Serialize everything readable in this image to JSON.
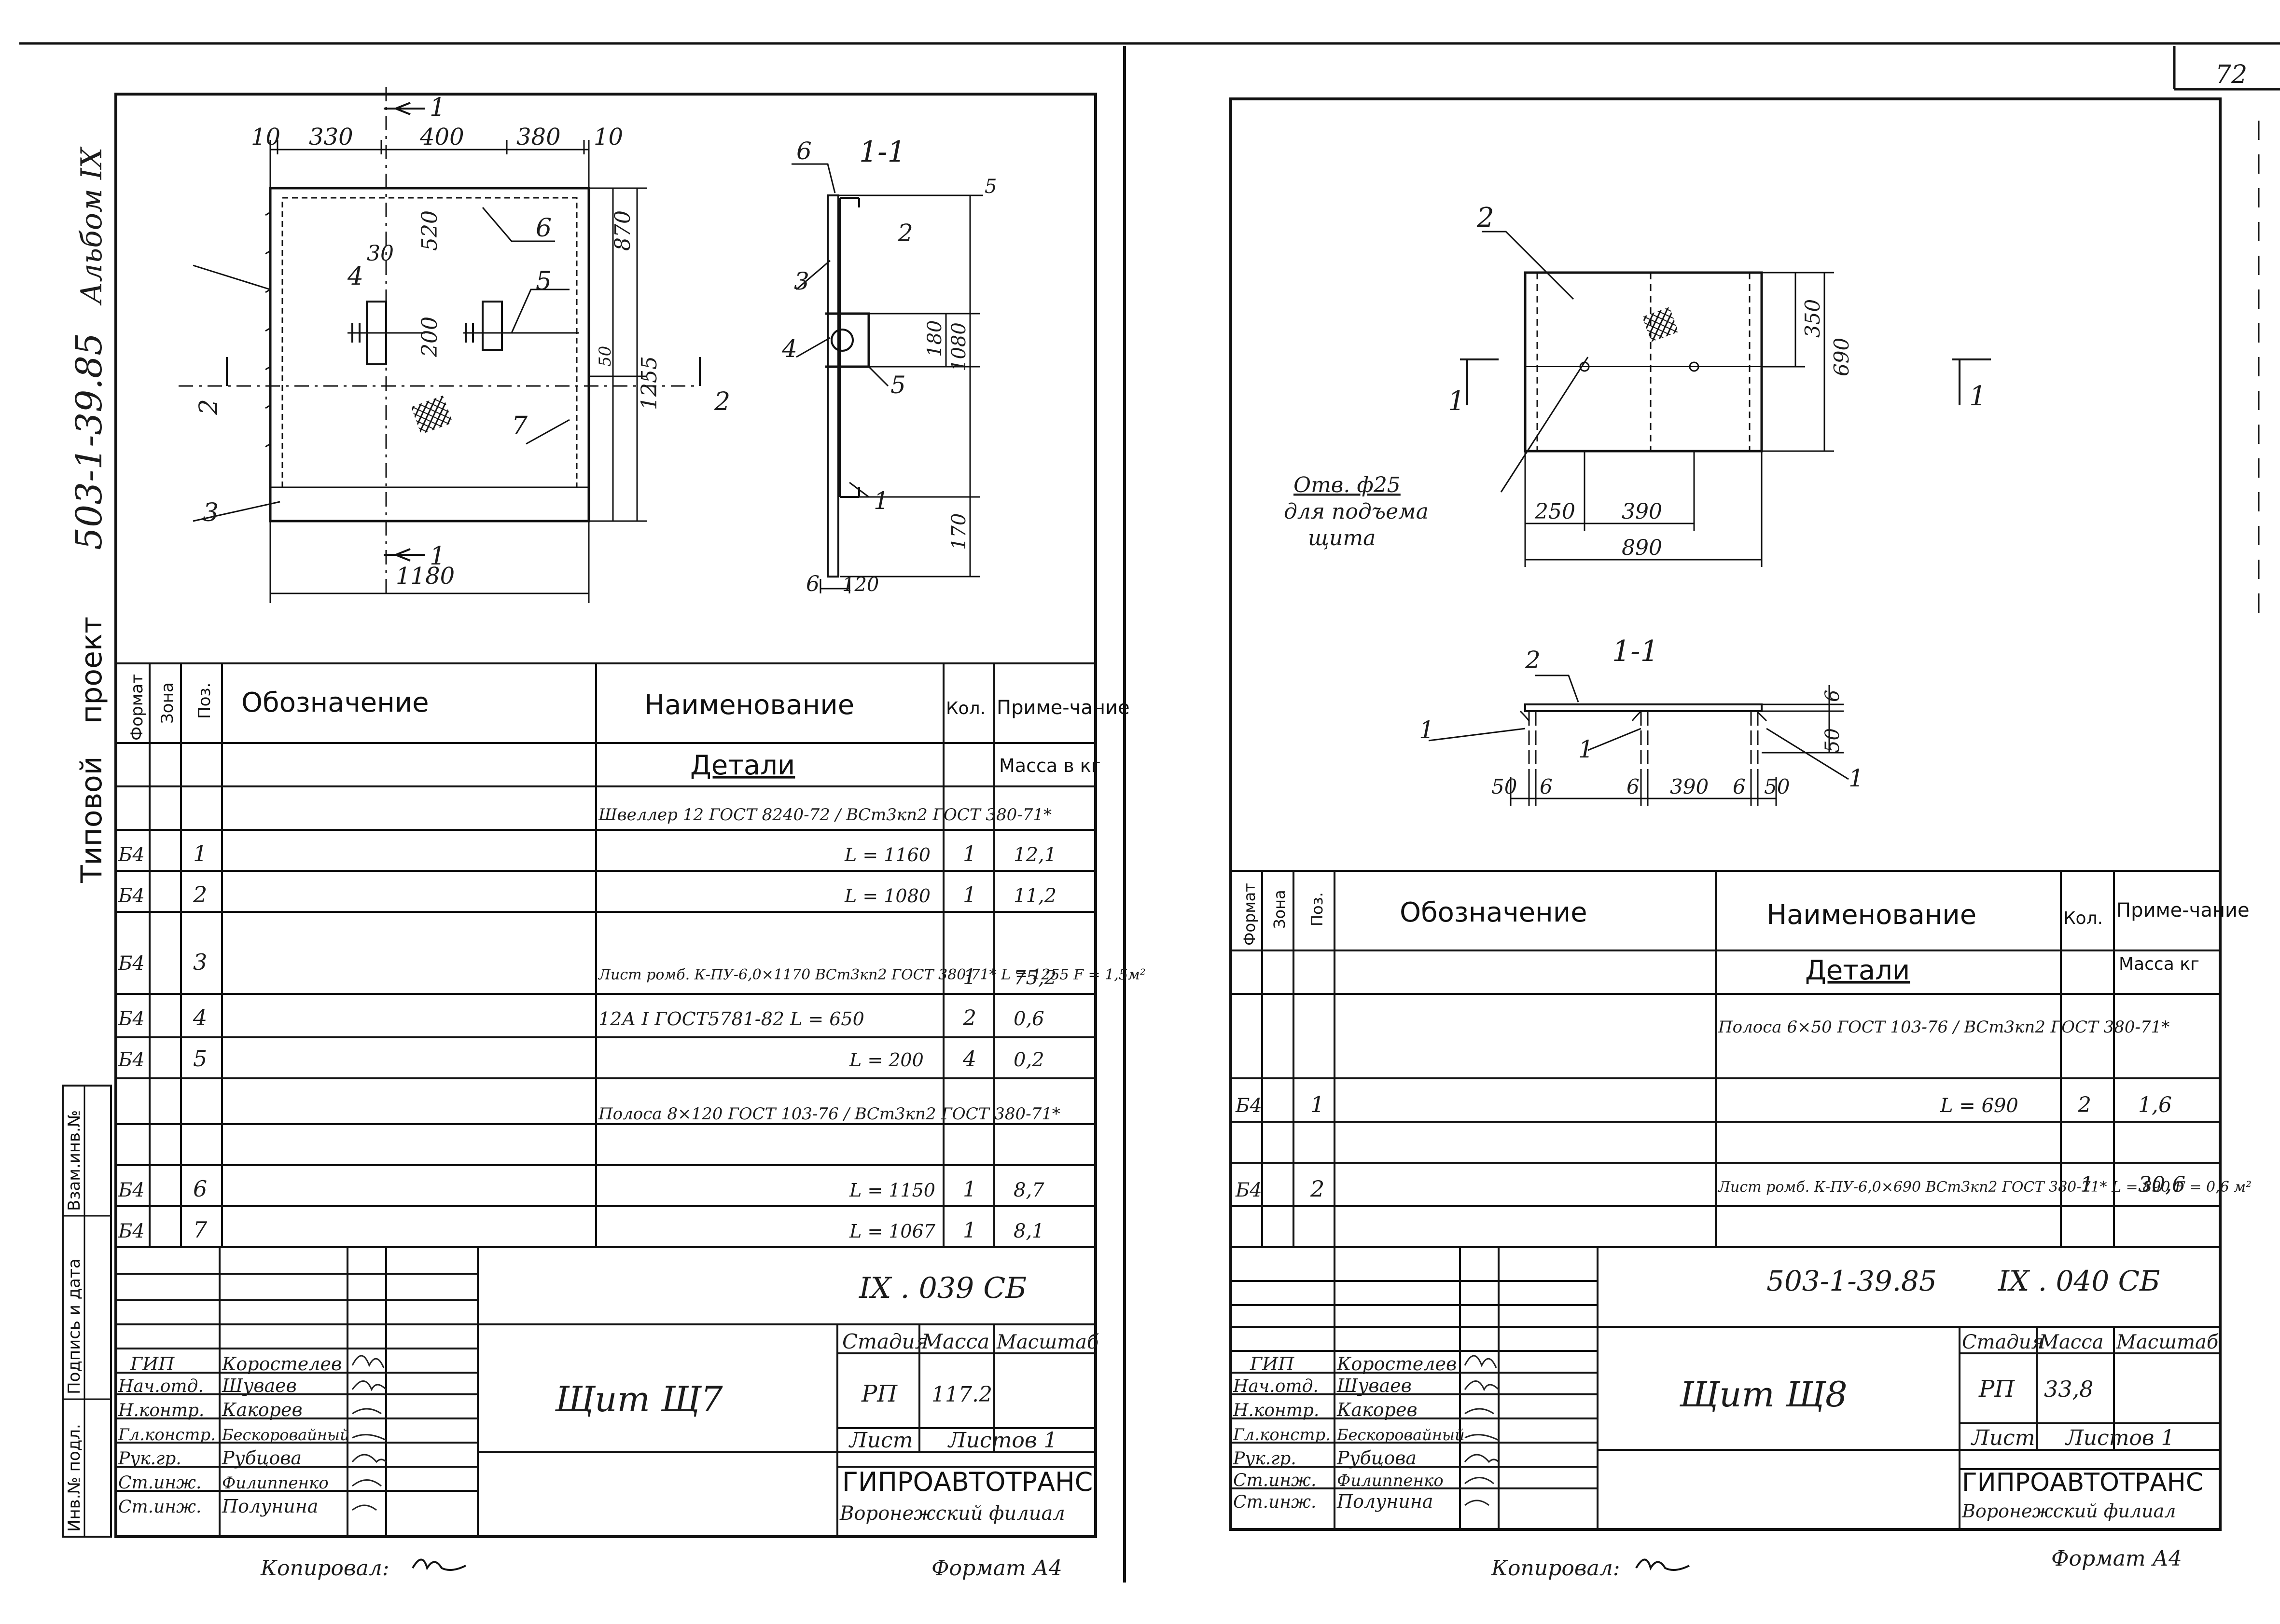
{
  "page_number": "72",
  "left_sheet": {
    "side_caption": [
      "Типовой",
      "проект",
      "503-1-39.85",
      "Альбом IX"
    ],
    "side_stamp": [
      "Инв.№ подл.",
      "Подпись и дата",
      "Взам.инв.№"
    ],
    "drawing": {
      "top_dims": [
        "10",
        "330",
        "400",
        "380",
        "10"
      ],
      "right_dims": [
        "870",
        "520",
        "1255",
        "200",
        "30",
        "50"
      ],
      "bottom_dim": "1180",
      "section_label": "1-1",
      "section_dims": [
        "5",
        "180",
        "1080",
        "170",
        "6",
        "120"
      ],
      "marks": [
        "1",
        "2",
        "3",
        "4",
        "5",
        "6",
        "7"
      ],
      "section_arrow_labels": [
        "1",
        "1",
        "2",
        "2"
      ]
    },
    "table": {
      "headers": [
        "Формат",
        "Зона",
        "Поз.",
        "Обозначение",
        "Наименование",
        "Кол.",
        "Приме-чание"
      ],
      "section_title": "Детали",
      "mass_note": "Масса в кг",
      "rows": [
        {
          "fmt": "",
          "pos": "",
          "name": "Швеллер 12 ГОСТ 8240-72 / ВСт3кп2 ГОСТ 380-71*",
          "qty": "",
          "note": ""
        },
        {
          "fmt": "Б4",
          "pos": "1",
          "name": "L = 1160",
          "qty": "1",
          "note": "12,1"
        },
        {
          "fmt": "Б4",
          "pos": "2",
          "name": "L = 1080",
          "qty": "1",
          "note": "11,2"
        },
        {
          "fmt": "Б4",
          "pos": "3",
          "name": "Лист ромб. К-ПУ-6,0×1170 ВСт3кп2 ГОСТ 380-71* L = 1255  F = 1,5м²",
          "qty": "1",
          "note": "75,2"
        },
        {
          "fmt": "Б4",
          "pos": "4",
          "name": "12А I ГОСТ5781-82 L = 650",
          "qty": "2",
          "note": "0,6"
        },
        {
          "fmt": "Б4",
          "pos": "5",
          "name": "L = 200",
          "qty": "4",
          "note": "0,2"
        },
        {
          "fmt": "",
          "pos": "",
          "name": "Полоса 8×120 ГОСТ 103-76 / ВСт3кп2 ГОСТ 380-71*",
          "qty": "",
          "note": ""
        },
        {
          "fmt": "Б4",
          "pos": "6",
          "name": "L = 1150",
          "qty": "1",
          "note": "8,7"
        },
        {
          "fmt": "Б4",
          "pos": "7",
          "name": "L = 1067",
          "qty": "1",
          "note": "8,1"
        }
      ]
    },
    "title_block": {
      "doc_code": "IX . 039 СБ",
      "title": "Щит Щ7",
      "stage": "РП",
      "mass": "117.2",
      "col_labels": [
        "Стадия",
        "Масса",
        "Масштаб",
        "Лист",
        "Листов 1"
      ],
      "org": "ГИПРОАВТОТРАНС",
      "branch": "Воронежский филиал",
      "roles": [
        "ГИП",
        "Нач.отд.",
        "Н.контр.",
        "Гл.констр.",
        "Рук.гр.",
        "Ст.инж.",
        "Ст.инж."
      ],
      "names": [
        "Коростелев",
        "Шуваев",
        "Какорев",
        "Бескоровайный",
        "Рубцова",
        "Филиппенко",
        "Полунина"
      ]
    },
    "footer_left": "Копировал:",
    "footer_right": "Формат А4"
  },
  "right_sheet": {
    "drawing": {
      "plan_dims": [
        "350",
        "690",
        "250",
        "390",
        "890"
      ],
      "hole_note": [
        "Отв. ф25",
        "для подъема",
        "щита"
      ],
      "section_label": "1-1",
      "section_dims": [
        "6",
        "50",
        "50",
        "6",
        "6",
        "390",
        "6",
        "50"
      ],
      "marks": [
        "1",
        "1",
        "1",
        "2",
        "2"
      ],
      "section_arrow_labels": [
        "1",
        "1"
      ]
    },
    "table": {
      "headers": [
        "Формат",
        "Зона",
        "Поз.",
        "Обозначение",
        "Наименование",
        "Кол.",
        "Приме-чание"
      ],
      "section_title": "Детали",
      "mass_note": "Масса кг",
      "rows": [
        {
          "fmt": "",
          "pos": "",
          "name": "Полоса 6×50 ГОСТ 103-76 / ВСт3кп2 ГОСТ 380-71*",
          "qty": "",
          "note": ""
        },
        {
          "fmt": "Б4",
          "pos": "1",
          "name": "L = 690",
          "qty": "2",
          "note": "1,6"
        },
        {
          "fmt": "Б4",
          "pos": "2",
          "name": "Лист ромб. К-ПУ-6,0×690 ВСт3кп2 ГОСТ 380-71* L = 890  F = 0,6 м²",
          "qty": "1",
          "note": "30,6"
        }
      ]
    },
    "title_block": {
      "project_code": "503-1-39.85",
      "doc_code": "IX . 040 СБ",
      "title": "Щит Щ8",
      "stage": "РП",
      "mass": "33,8",
      "col_labels": [
        "Стадия",
        "Масса",
        "Масштаб",
        "Лист",
        "Листов 1"
      ],
      "org": "ГИПРОАВТОТРАНС",
      "branch": "Воронежский филиал",
      "roles": [
        "ГИП",
        "Нач.отд.",
        "Н.контр.",
        "Гл.констр.",
        "Рук.гр.",
        "Ст.инж.",
        "Ст.инж."
      ],
      "names": [
        "Коростелев",
        "Шуваев",
        "Какорев",
        "Бескоровайный",
        "Рубцова",
        "Филиппенко",
        "Полунина"
      ]
    },
    "footer_left": "Копировал:",
    "footer_right": "Формат А4"
  }
}
